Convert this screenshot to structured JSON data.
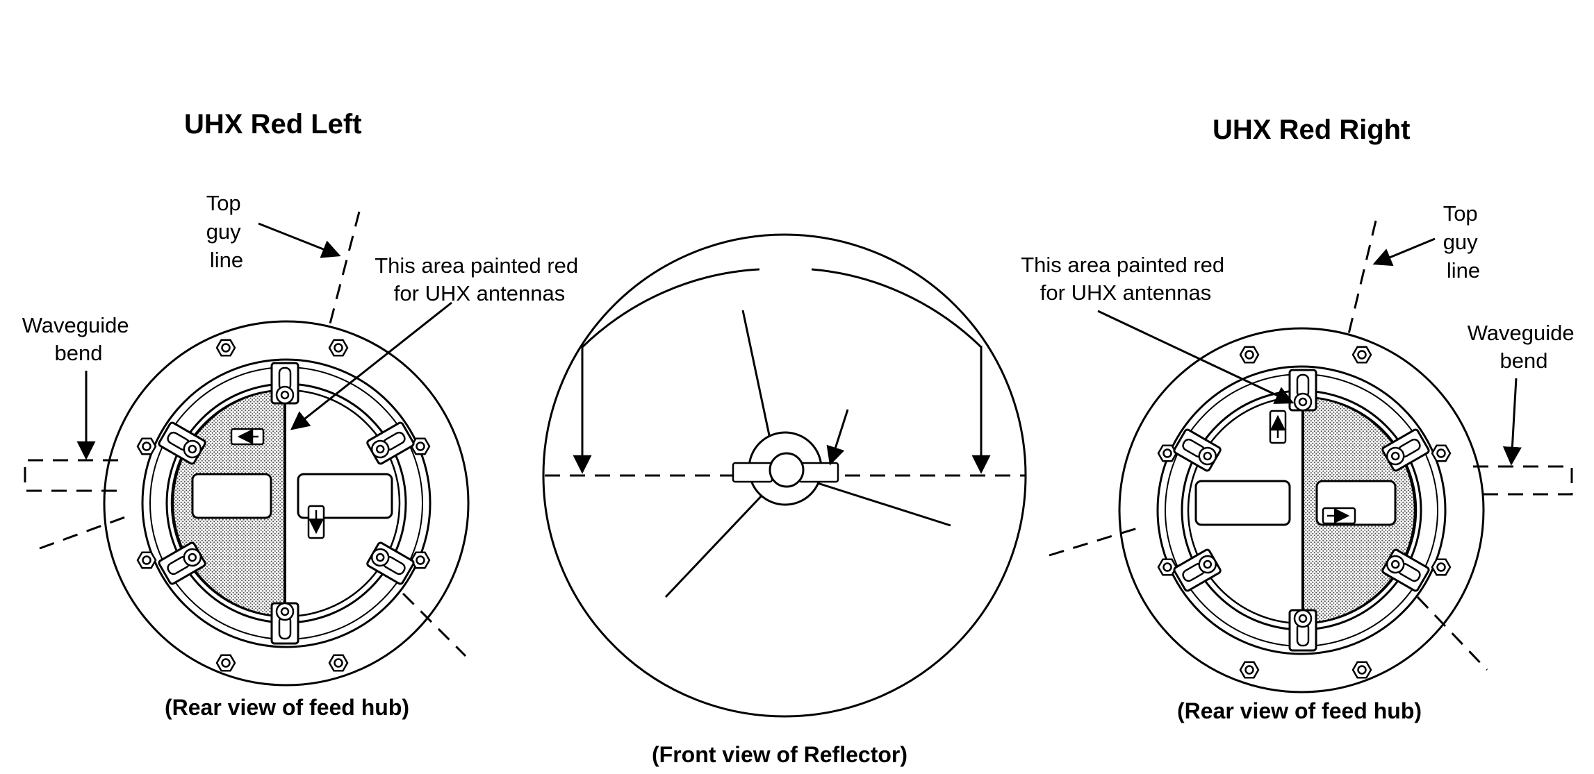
{
  "left": {
    "title": "UHX Red Left",
    "top_guy": [
      "Top",
      "guy",
      "line"
    ],
    "waveguide": [
      "Waveguide",
      "bend"
    ],
    "painted": [
      "This area painted red",
      "for UHX antennas"
    ],
    "caption": "(Rear view of feed hub)"
  },
  "center": {
    "caption": "(Front view of Reflector)"
  },
  "right": {
    "title": "UHX Red Right",
    "top_guy": [
      "Top",
      "guy",
      "line"
    ],
    "waveguide": [
      "Waveguide",
      "bend"
    ],
    "painted": [
      "This area painted red",
      "for UHX antennas"
    ],
    "caption": "(Rear view of feed hub)"
  },
  "colors": {
    "ink": "#000000",
    "paper": "#ffffff",
    "stipple": "#8a8a8a"
  }
}
